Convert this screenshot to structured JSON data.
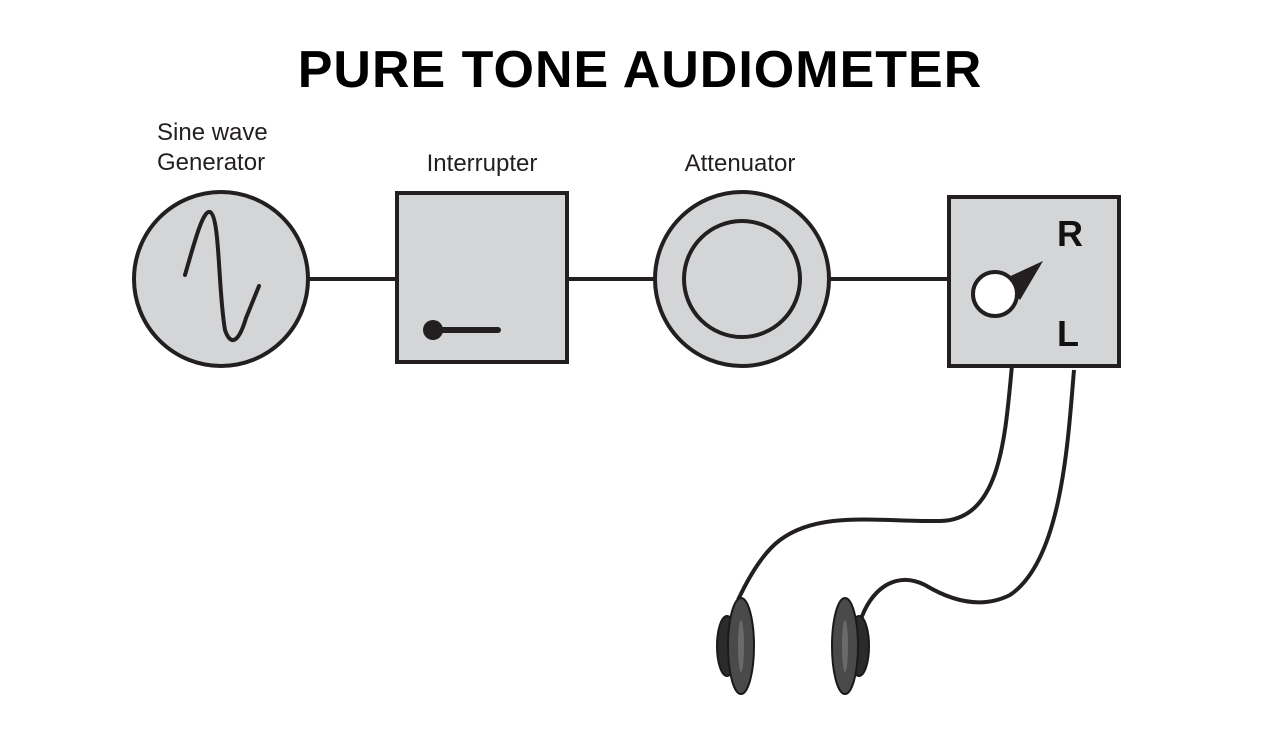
{
  "title": "PURE TONE AUDIOMETER",
  "components": {
    "generator": {
      "label_line1": "Sine wave",
      "label_line2": "Generator"
    },
    "interrupter": {
      "label": "Interrupter"
    },
    "attenuator": {
      "label": "Attenuator"
    },
    "selector": {
      "right_label": "R",
      "left_label": "L"
    }
  },
  "colors": {
    "stroke": "#231f20",
    "fill": "#d4d5d6",
    "background": "#ffffff",
    "earphone_dark": "#2b2b2b",
    "earphone_mid": "#4a4a4a"
  }
}
